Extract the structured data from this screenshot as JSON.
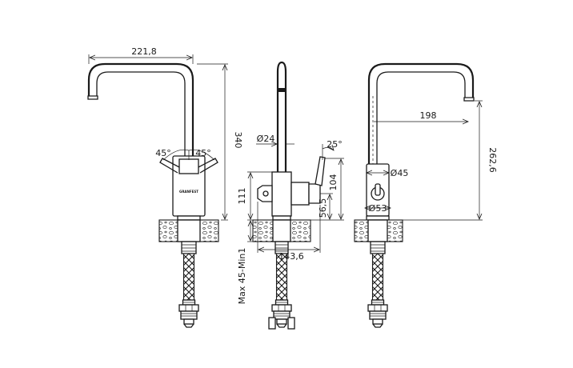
{
  "front_view": {
    "spout_reach": "221,8",
    "height_total": "340",
    "lever_angle_left": "45°",
    "lever_angle_right": "45°",
    "brand_logo": "GRANFEST"
  },
  "side_view": {
    "spout_diameter": "Ø24",
    "lever_angle": "25°",
    "body_height": "111",
    "lever_height": "104",
    "outlet_height": "56,5",
    "depth": "143,6",
    "countertop_thickness": "Max 45-Min1"
  },
  "back_view": {
    "reach": "198",
    "height": "262,6",
    "body_diameter": "Ø45",
    "base_diameter": "Ø53"
  }
}
